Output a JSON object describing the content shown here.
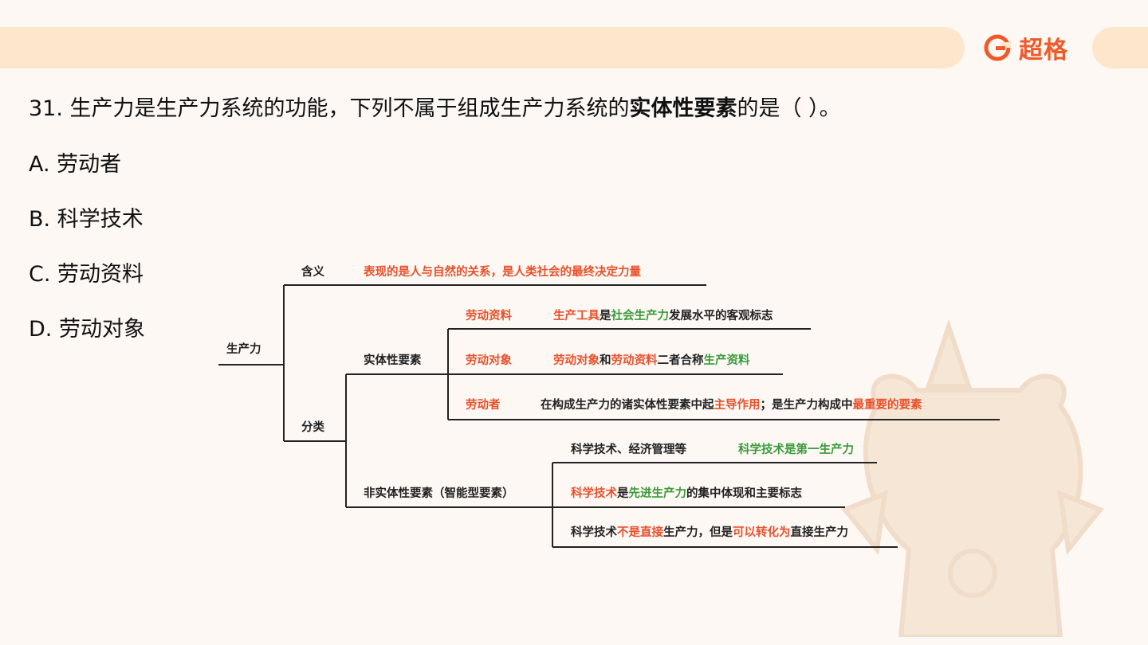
{
  "brand": {
    "name": "超格",
    "accent": "#f05a28",
    "band_color": "#fde6cc"
  },
  "question": {
    "prefix": "31. 生产力是生产力系统的功能，下列不属于组成生产力系统的",
    "emphasis": "实体性要素",
    "suffix": "的是（ ）。"
  },
  "options": [
    {
      "label": "A. 劳动者"
    },
    {
      "label": "B. 科学技术"
    },
    {
      "label": "C. 劳动资料"
    },
    {
      "label": "D. 劳动对象"
    }
  ],
  "mindmap": {
    "root": "生产力",
    "meaning": {
      "label": "含义",
      "text": "表现的是人与自然的关系，是人类社会的最终决定力量"
    },
    "classification": {
      "label": "分类"
    },
    "material": {
      "label": "实体性要素",
      "tools": {
        "name": "劳动资料",
        "a": "生产工具",
        "b": "是",
        "c": "社会生产力",
        "d": "发展水平的客观标志"
      },
      "objects": {
        "name": "劳动对象",
        "a": "劳动对象",
        "b": "和",
        "c": "劳动资料",
        "d": "二者合称",
        "e": "生产资料"
      },
      "worker": {
        "name": "劳动者",
        "a": "在构成生产力的诸实体性要素中起",
        "b": "主导作用",
        "c": "；是生产力构成中",
        "d": "最重要的要素"
      }
    },
    "nonmaterial": {
      "label": "非实体性要素（智能型要素）",
      "line1": {
        "a": "科学技术、经济管理等",
        "b": "科学技术是第一生产力"
      },
      "line2": {
        "a": "科学技术",
        "b": "是",
        "c": "先进生产力",
        "d": "的集中体现和主要标志"
      },
      "line3": {
        "a": "科学技术",
        "b": "不是直接",
        "c": "生产力，但是",
        "d": "可以转化为",
        "e": "直接生产力"
      }
    }
  }
}
